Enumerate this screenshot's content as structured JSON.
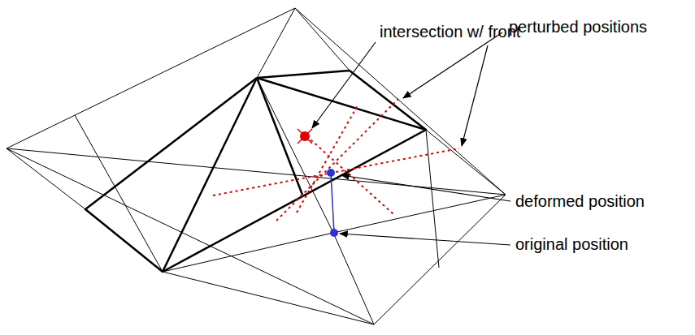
{
  "diagram": {
    "labels": [
      "intersection w/ front",
      "perturbed positions",
      "deformed position",
      "original position"
    ]
  }
}
